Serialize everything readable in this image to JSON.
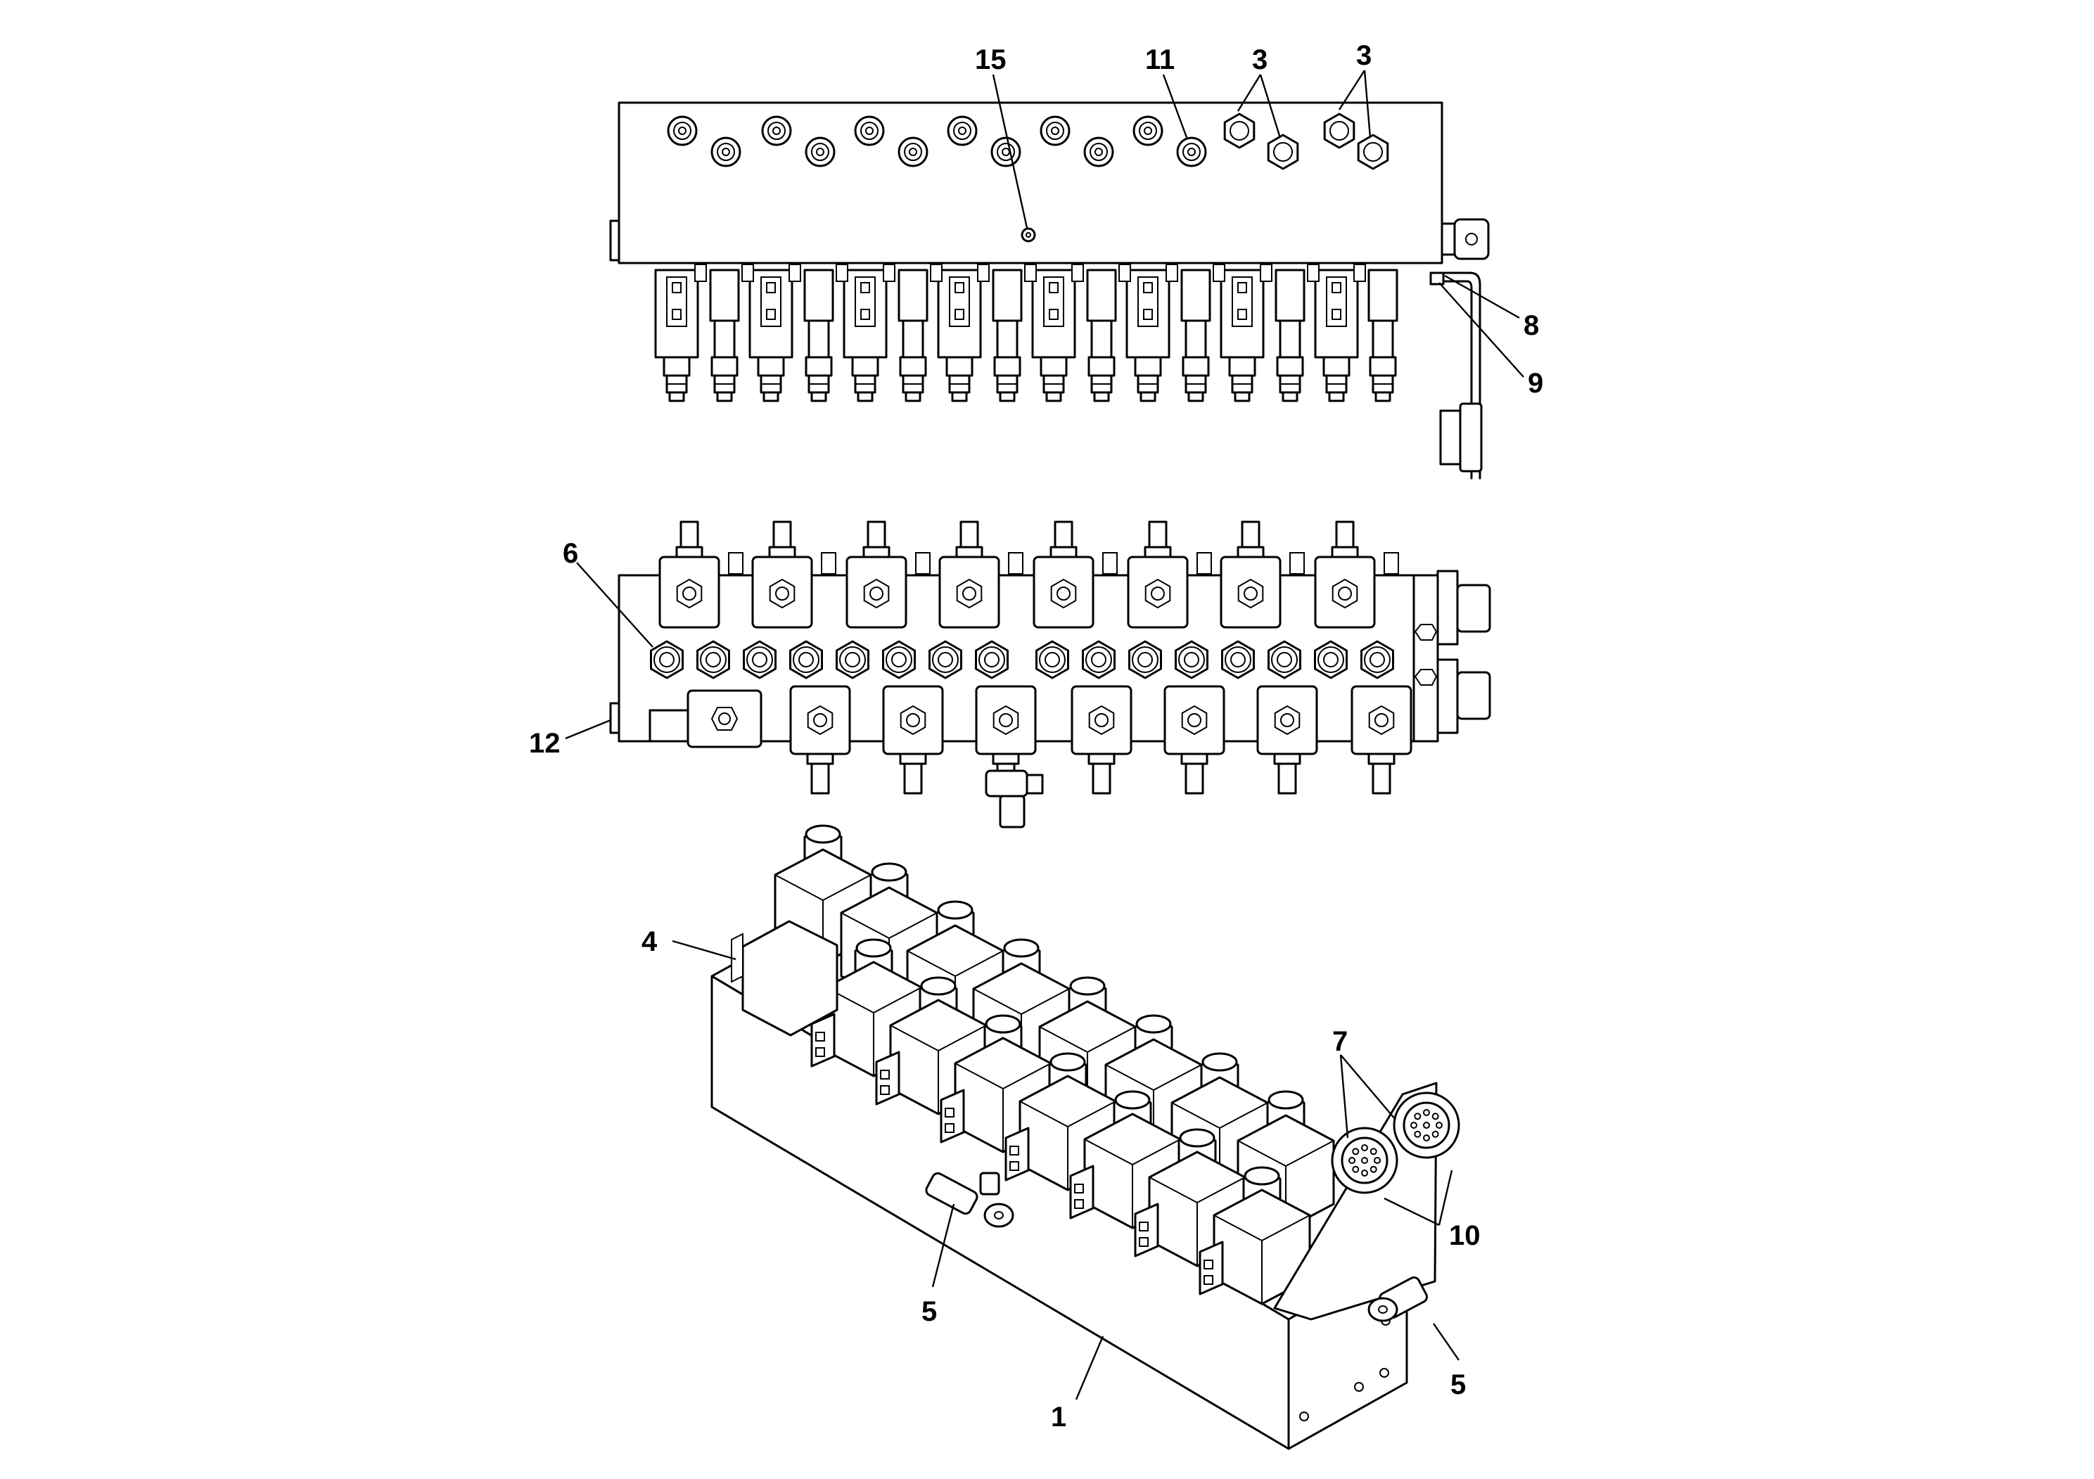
{
  "figure": {
    "callouts": {
      "c15": "15",
      "c11": "11",
      "c3a": "3",
      "c3b": "3",
      "c8": "8",
      "c9": "9",
      "c6": "6",
      "c12": "12",
      "c4": "4",
      "c7": "7",
      "c10": "10",
      "c5a": "5",
      "c5b": "5",
      "c1": "1"
    },
    "colors": {
      "line": "#000000",
      "background": "#ffffff"
    }
  }
}
